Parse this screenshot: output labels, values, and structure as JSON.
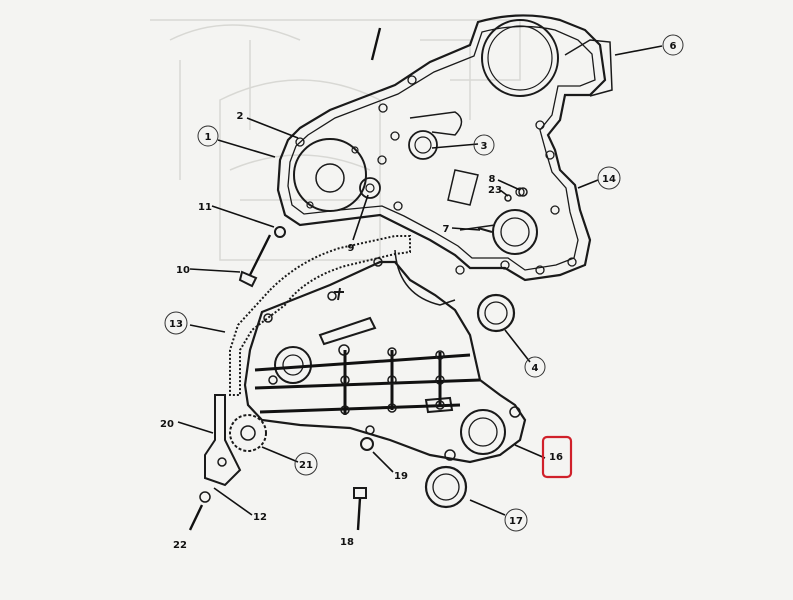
{
  "callouts": [
    {
      "id": "1",
      "label": "1",
      "circled": true
    },
    {
      "id": "2",
      "label": "2",
      "circled": false
    },
    {
      "id": "3",
      "label": "3",
      "circled": true
    },
    {
      "id": "4",
      "label": "4",
      "circled": true
    },
    {
      "id": "6",
      "label": "6",
      "circled": true
    },
    {
      "id": "7",
      "label": "7",
      "circled": false
    },
    {
      "id": "8",
      "label": "8",
      "circled": false
    },
    {
      "id": "9",
      "label": "9",
      "circled": false
    },
    {
      "id": "10",
      "label": "10",
      "circled": false
    },
    {
      "id": "11",
      "label": "11",
      "circled": false
    },
    {
      "id": "12",
      "label": "12",
      "circled": false
    },
    {
      "id": "13",
      "label": "13",
      "circled": true
    },
    {
      "id": "14",
      "label": "14",
      "circled": true
    },
    {
      "id": "16",
      "label": "16",
      "circled": false
    },
    {
      "id": "17",
      "label": "17",
      "circled": true
    },
    {
      "id": "18",
      "label": "18",
      "circled": false
    },
    {
      "id": "19",
      "label": "19",
      "circled": false
    },
    {
      "id": "20",
      "label": "20",
      "circled": false
    },
    {
      "id": "21",
      "label": "21",
      "circled": true
    },
    {
      "id": "22",
      "label": "22",
      "circled": false
    },
    {
      "id": "23",
      "label": "23",
      "circled": false
    }
  ],
  "highlight": {
    "target": "16",
    "color": "#d0202a"
  },
  "colors": {
    "ink": "#111111",
    "paper": "#f4f4f2",
    "faint": "#d6d6d2"
  }
}
